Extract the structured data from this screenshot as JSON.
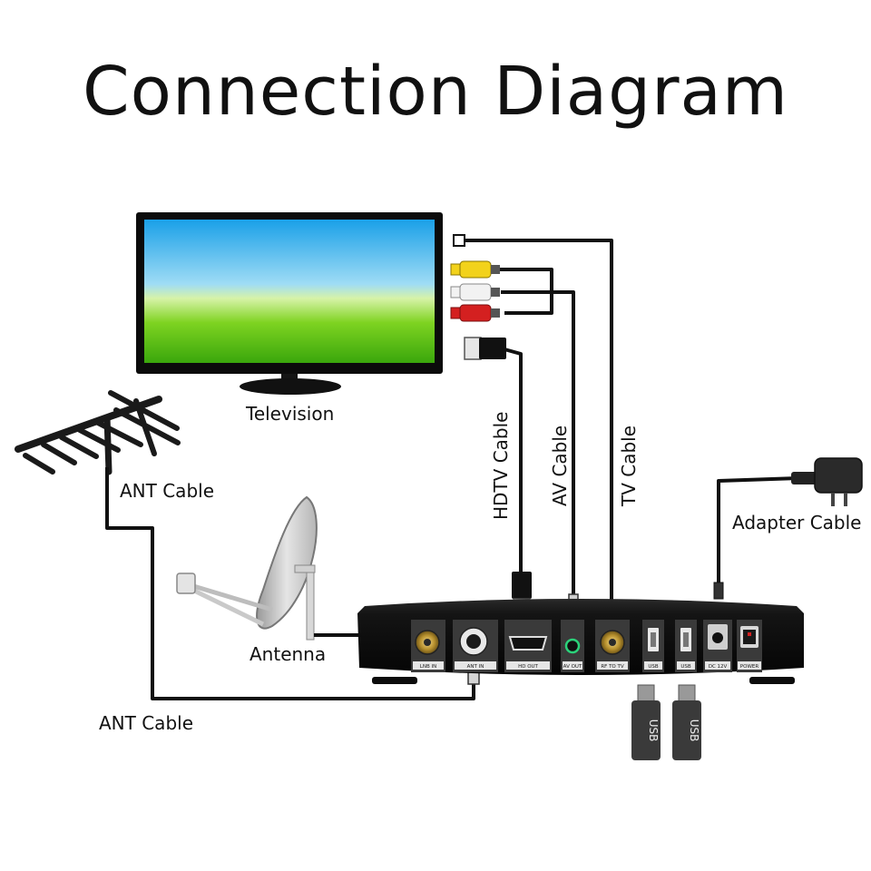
{
  "title": "Connection Diagram",
  "labels": {
    "television": "Television",
    "ant_cable_top": "ANT Cable",
    "ant_cable_bottom": "ANT Cable",
    "antenna": "Antenna",
    "hdtv_cable": "HDTV Cable",
    "av_cable": "AV Cable",
    "tv_cable": "TV Cable",
    "adapter_cable": "Adapter Cable"
  },
  "ports": [
    {
      "id": "lnb-in",
      "label": "LNB IN"
    },
    {
      "id": "ant-in",
      "label": "ANT IN"
    },
    {
      "id": "hd-out",
      "label": "HD OUT"
    },
    {
      "id": "av-out",
      "label": "AV OUT"
    },
    {
      "id": "rf-to-tv",
      "label": "RF TO TV"
    },
    {
      "id": "usb-1",
      "label": "USB"
    },
    {
      "id": "usb-2",
      "label": "USB"
    },
    {
      "id": "dc-12v",
      "label": "DC 12V"
    },
    {
      "id": "power",
      "label": "POWER"
    }
  ],
  "usb_sticks": [
    {
      "label": "USB"
    },
    {
      "label": "USB"
    }
  ],
  "colors": {
    "rca_yellow": "#f2d21b",
    "rca_white": "#f2f2f2",
    "rca_red": "#d42020",
    "cable": "#111111",
    "device": "#121212"
  },
  "icons": [
    "tv-icon",
    "yagi-antenna-icon",
    "satellite-dish-icon",
    "power-adapter-icon",
    "usb-stick-icon",
    "hdmi-plug-icon",
    "rca-plug-icon",
    "coax-plug-icon"
  ]
}
